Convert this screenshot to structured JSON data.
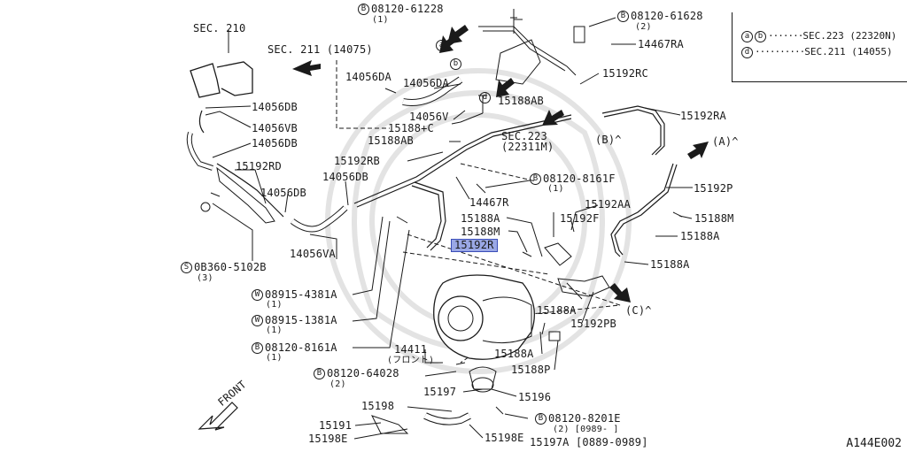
{
  "diagram_code": "A144E002",
  "legend": {
    "row1_markers": [
      "a",
      "b"
    ],
    "row1_text": "SEC.223 (22320N)",
    "row2_marker": "d",
    "row2_text": "SEC.211 (14055)"
  },
  "arrow_markers": {
    "a": "a",
    "b": "b",
    "d": "d"
  },
  "labels": {
    "sec210": "SEC. 210",
    "sec211": "SEC. 211 (14075)",
    "sec223_l1": "SEC.223",
    "sec223_l2": "(22311M)",
    "bolt_top_l1": "08120-61228",
    "bolt_top_l2": "(1)",
    "bolt_tr_l1": "08120-61628",
    "bolt_tr_l2": "(2)",
    "p14467RA": "14467RA",
    "p15192RC": "15192RC",
    "p14056DA_1": "14056DA",
    "p14056DA_2": "14056DA",
    "p14056V": "14056V",
    "p15188AB_1": "15188AB",
    "p15188C": "15188+C",
    "p15188AB_2": "15188AB",
    "p14056DB_1": "14056DB",
    "p14056VB": "14056VB",
    "p14056DB_2": "14056DB",
    "p15192RB": "15192RB",
    "p15192RD": "15192RD",
    "p14056DB_3": "14056DB",
    "p14056DB_4": "14056DB",
    "p14056VA": "14056VA",
    "p14467R": "14467R",
    "bolt_8161_l1": "08120-8161F",
    "bolt_8161_l2": "(1)",
    "p15192RA": "15192RA",
    "arrowB": "(B)",
    "arrowA": "(A)",
    "p15192P": "15192P",
    "p15192AA": "15192AA",
    "p15192F": "15192F",
    "p15188M_1": "15188M",
    "p15188A_1": "15188A",
    "p15188M_2": "15188M",
    "p15192R": "15192R",
    "p15188A_2": "15188A",
    "p15188A_3": "15188A",
    "arrowC": "(C)",
    "p15188A_4": "15188A",
    "p15192PB": "15192PB",
    "screw_l1": "0B360-5102B",
    "screw_l2": "(3)",
    "washer1_l1": "08915-4381A",
    "washer1_l2": "(1)",
    "washer2_l1": "08915-1381A",
    "washer2_l2": "(1)",
    "bolt_8161A_l1": "08120-8161A",
    "bolt_8161A_l2": "(1)",
    "p14411": "14411",
    "p14411_sub": "(フロント)",
    "bolt_6402_l1": "08120-64028",
    "bolt_6402_l2": "(2)",
    "p15188A_5": "15188A",
    "p15188P": "15188P",
    "p15197": "15197",
    "p15196": "15196",
    "p15198": "15198",
    "p15191": "15191",
    "p15198E_1": "15198E",
    "p15198E_2": "15198E",
    "bolt_8201_l1": "08120-8201E",
    "bolt_8201_l2": "(2) [0989-     ]",
    "p15197A": "15197A  [0889-0989]",
    "front": "FRONT"
  },
  "markers": {
    "B": "B",
    "S": "S",
    "W": "W"
  },
  "colors": {
    "line": "#1a1a1a",
    "highlight": "#9aa8e6",
    "watermark": "#e6e6e6"
  }
}
